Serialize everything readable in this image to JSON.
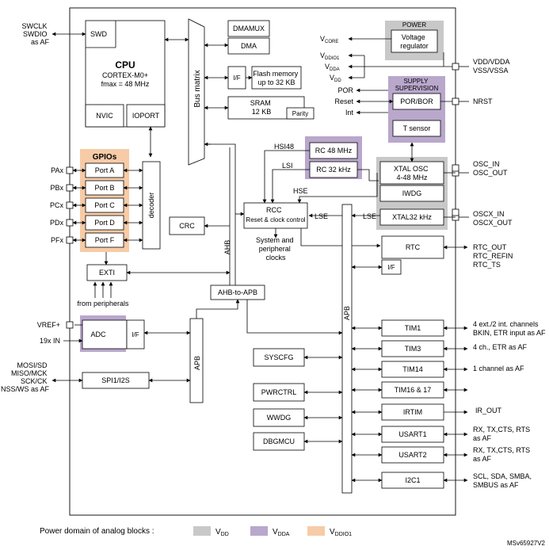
{
  "colors": {
    "vdd": "#c8c8c8",
    "vdda": "#b9a7cc",
    "vddio1": "#f7cba7"
  },
  "left": {
    "swd_pins": [
      "SWCLK",
      "SWDIO",
      "as AF"
    ],
    "port_pins": [
      "PAx",
      "PBx",
      "PCx",
      "PDx",
      "PFx"
    ],
    "vref": "VREF+",
    "adc_in": "19x IN",
    "spi_pins": [
      "MOSI/SD",
      "MISO/MCK",
      "SCK/CK",
      "NSS/WS as AF"
    ],
    "from_periph": "from peripherals"
  },
  "core": {
    "swd": "SWD",
    "cpu": "CPU",
    "cpu_core": "CORTEX-M0+",
    "cpu_freq": "fmax = 48 MHz",
    "nvic": "NVIC",
    "ioport": "IOPORT",
    "gpios": "GPIOs",
    "ports": [
      "Port A",
      "Port B",
      "Port C",
      "Port D",
      "Port F"
    ],
    "decoder": "decoder",
    "exti": "EXTI",
    "crc": "CRC",
    "bus_matrix": "Bus matrix",
    "ahb": "AHB",
    "ahb_to_apb": "AHB-to-APB",
    "apb": "APB"
  },
  "memory": {
    "dmamux": "DMAMUX",
    "dma": "DMA",
    "if": "I/F",
    "flash": [
      "Flash memory",
      "up to 32 KB"
    ],
    "sram": [
      "SRAM",
      "12 KB"
    ],
    "parity": "Parity"
  },
  "clock": {
    "hsi48": "HSI48",
    "lsi": "LSI",
    "hse": "HSE",
    "lse": "LSE",
    "lse2": "LSE",
    "rc48": "RC 48 MHz",
    "rc32": "RC 32 kHz",
    "rcc": [
      "RCC",
      "Reset & clock control"
    ],
    "sys_clocks": [
      "System and",
      "peripheral",
      "clocks"
    ],
    "xtal_osc": [
      "XTAL OSC",
      "4-48 MHz"
    ],
    "iwdg": "IWDG",
    "xtal32": "XTAL32 kHz",
    "rtc": "RTC",
    "rtc_if": "I/F"
  },
  "power": {
    "title": "POWER",
    "regulator": [
      "Voltage",
      "regulator"
    ],
    "vcore": "V",
    "vcore_sub": "CORE",
    "vddio1": "V",
    "vddio1_sub": "DDIO1",
    "vdda": "V",
    "vdda_sub": "DDA",
    "vdd": "V",
    "vdd_sub": "DD",
    "supply_title": [
      "SUPPLY",
      "SUPERVISION"
    ],
    "porbor": "POR/BOR",
    "tsensor": "T sensor",
    "por": "POR",
    "reset": "Reset",
    "int": "Int"
  },
  "right_pins": {
    "vdd_vdda": "VDD/VDDA",
    "vss_vssa": "VSS/VSSA",
    "nrst": "NRST",
    "osc_in": "OSC_IN",
    "osc_out": "OSC_OUT",
    "oscx_in": "OSCX_IN",
    "oscx_out": "OSCX_OUT",
    "rtc_out": "RTC_OUT",
    "rtc_refin": "RTC_REFIN",
    "rtc_ts": "RTC_TS"
  },
  "analog": {
    "adc": "ADC",
    "adc_if": "I/F",
    "spi": "SPI1/I2S"
  },
  "apb_periph": {
    "syscfg": "SYSCFG",
    "pwrctrl": "PWRCTRL",
    "wwdg": "WWDG",
    "dbgmcu": "DBGMCU",
    "tim1": "TIM1",
    "tim3": "TIM3",
    "tim14": "TIM14",
    "tim1617": "TIM16 & 17",
    "irtim": "IRTIM",
    "usart1": "USART1",
    "usart2": "USART2",
    "i2c1": "I2C1"
  },
  "apb_pins": {
    "tim1": [
      "4 ext./2 int. channels",
      "BKIN, ETR input as AF"
    ],
    "tim3": "4 ch., ETR as AF",
    "tim14": "1 channel as AF",
    "ir_out": "IR_OUT",
    "usart1": [
      "RX, TX,CTS, RTS",
      "as AF"
    ],
    "usart2": [
      "RX, TX,CTS, RTS",
      "as AF"
    ],
    "i2c1": [
      "SCL, SDA, SMBA,",
      "SMBUS as AF"
    ]
  },
  "legend": {
    "title": "Power domain of analog blocks :",
    "vdd": "V",
    "vdd_sub": "DD",
    "vdda": "V",
    "vdda_sub": "DDA",
    "vddio1": "V",
    "vddio1_sub": "DDIO1"
  },
  "figure_id": "MSv65927V2"
}
